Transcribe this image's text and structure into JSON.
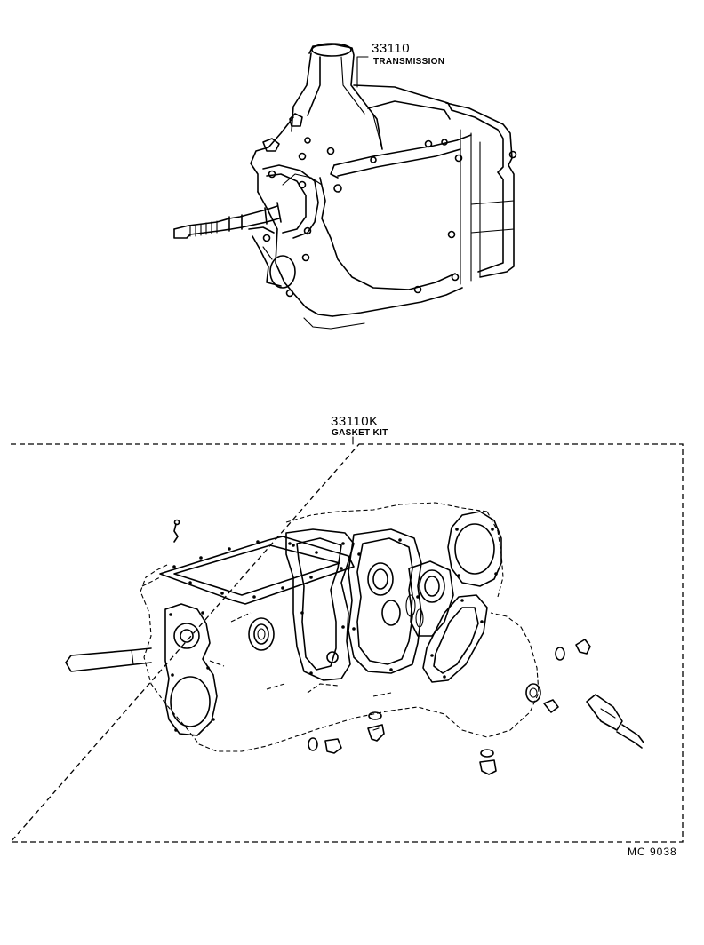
{
  "parts": [
    {
      "number": "33110",
      "name": "TRANSMISSION"
    },
    {
      "number": "33110K",
      "name": "GASKET KIT"
    }
  ],
  "figure_ref": "MC  9038"
}
